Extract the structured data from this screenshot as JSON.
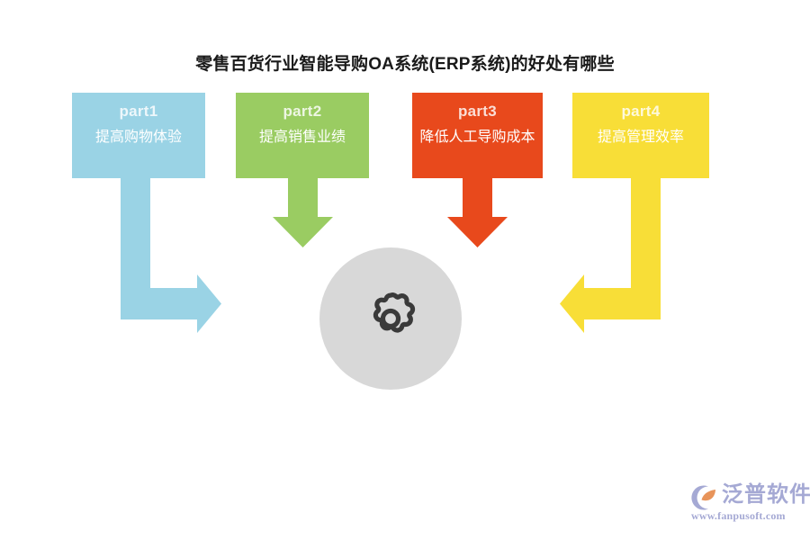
{
  "page": {
    "title": "零售百货行业智能导购OA系统(ERP系统)的好处有哪些",
    "background_color": "#FFFFFF"
  },
  "cards": [
    {
      "id": "part1",
      "part_label": "part1",
      "description": "提高购物体验",
      "color": "#9AD3E5",
      "arrow_shape": "elbow-down-right",
      "arrow_color": "#9AD3E5"
    },
    {
      "id": "part2",
      "part_label": "part2",
      "description": "提高销售业绩",
      "color": "#9ACC62",
      "arrow_shape": "down",
      "arrow_color": "#9ACC62"
    },
    {
      "id": "part3",
      "part_label": "part3",
      "description": "降低人工导购成本",
      "color": "#E8491C",
      "arrow_shape": "down",
      "arrow_color": "#E8491C"
    },
    {
      "id": "part4",
      "part_label": "part4",
      "description": "提高管理效率",
      "color": "#F8DE37",
      "arrow_shape": "elbow-down-left",
      "arrow_color": "#F8DE37"
    }
  ],
  "hub": {
    "icon": "gear-icon",
    "circle_color": "#D8D8D8",
    "icon_color": "#3A3A3A"
  },
  "logo": {
    "brand": "泛普软件",
    "url": "www.fanpusoft.com",
    "brand_color": "#A5A9D4",
    "mark_accent_color": "#E8945A"
  }
}
